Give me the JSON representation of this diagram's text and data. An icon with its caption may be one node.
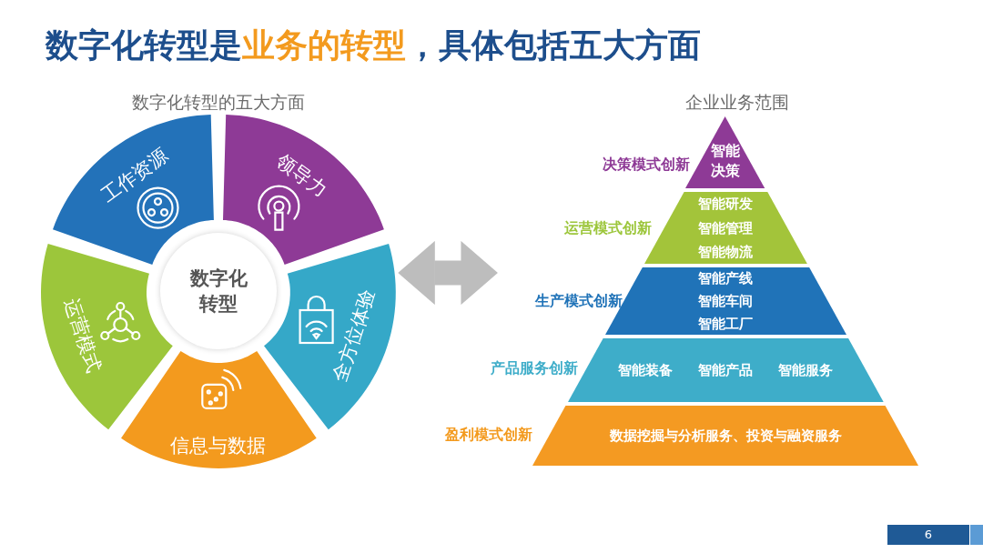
{
  "diagram": {
    "title": "数字化转型是**业务的转型**，具体包括五大方面",
    "nodes": [
      {
        "text": [
          "数字化转型"
        ]
      },
      {
        "text": [
          "工作资源"
        ]
      },
      {
        "text": [
          "领导力"
        ]
      },
      {
        "text": [
          "全方位体验"
        ]
      },
      {
        "text": [
          "信息与数据"
        ]
      },
      {
        "text": [
          "运营模式"
        ]
      },
      {
        "text": [
          "智能决策"
        ],
        "beside": [
          "决策模式创新"
        ]
      },
      {
        "text": [
          "智能研发",
          "智能管理",
          "智能物流"
        ],
        "beside": [
          "运营模式创新"
        ]
      },
      {
        "text": [
          "智能产线",
          "智能车间",
          "智能工厂"
        ],
        "beside": [
          "生产模式创新"
        ]
      },
      {
        "text": [
          "智能装备",
          "智能产品",
          "智能服务"
        ],
        "beside": [
          "产品服务创新"
        ]
      },
      {
        "text": [
          "数据挖掘与分析服务、投资与融资服务"
        ],
        "beside": [
          "盈利模式创新"
        ]
      }
    ],
    "edges": [
      {
        "from": 3,
        "to": 8,
        "arrow": "both"
      }
    ],
    "labels": [
      "数字化转型的五大方面",
      "企业业务范围",
      "6"
    ]
  }
}
